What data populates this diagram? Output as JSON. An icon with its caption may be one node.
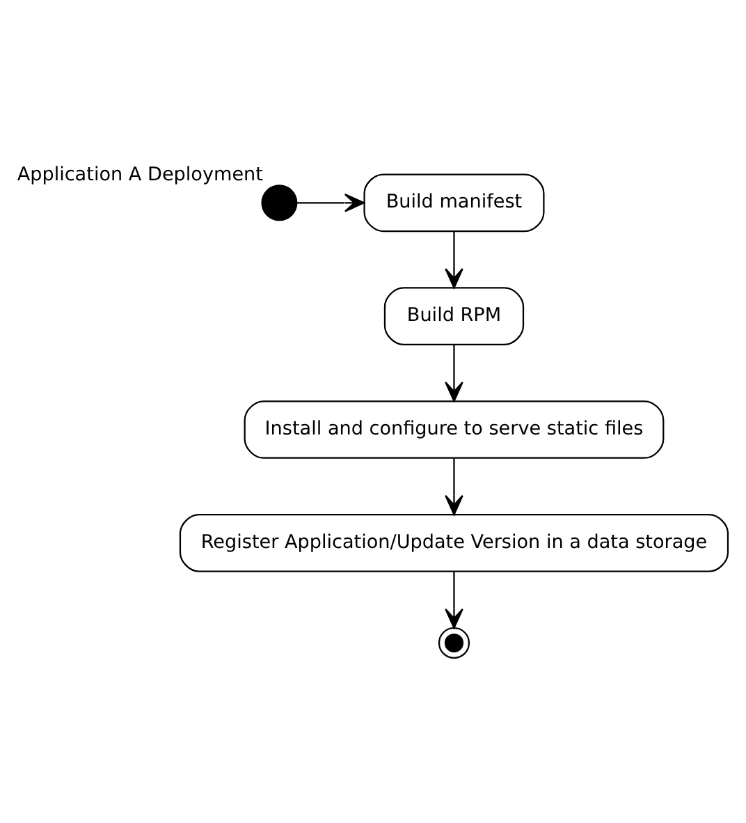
{
  "diagram": {
    "nodes": [
      {
        "text": [],
        "shape": "circle",
        "beside": [
          "Application A Deployment"
        ]
      },
      {
        "text": [
          "Build manifest"
        ]
      },
      {
        "text": [
          "Build RPM"
        ]
      },
      {
        "text": [
          "Install and configure to serve static files"
        ]
      },
      {
        "text": [
          "Register Application/Update Version in a data storage"
        ]
      },
      {
        "text": [],
        "shape": "circle"
      }
    ],
    "edges": [
      {
        "from": 0,
        "to": 1,
        "arrow": "to"
      },
      {
        "from": 1,
        "to": 2,
        "arrow": "to"
      },
      {
        "from": 2,
        "to": 3,
        "arrow": "to"
      },
      {
        "from": 3,
        "to": 4,
        "arrow": "to"
      },
      {
        "from": 4,
        "to": 5,
        "arrow": "to"
      }
    ]
  }
}
